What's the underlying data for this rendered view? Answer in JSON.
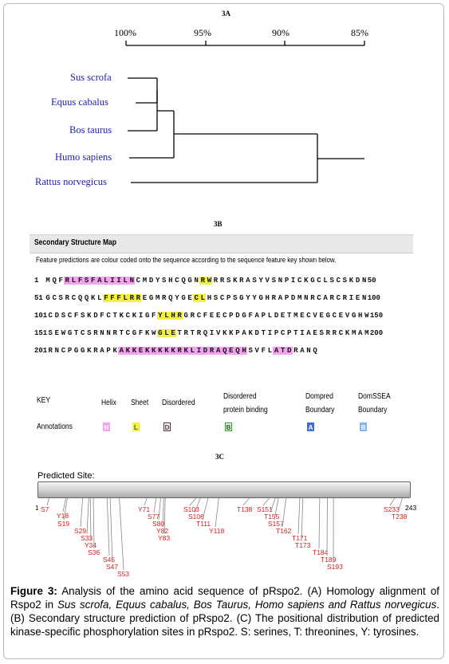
{
  "panelA": {
    "label": "3A",
    "scale": [
      "100%",
      "95%",
      "90%",
      "85%"
    ],
    "species": [
      "Sus scrofa",
      "Equus cabalus",
      "Bos taurus",
      "Humo sapiens",
      "Rattus norvegicus"
    ]
  },
  "panelB": {
    "label": "3B",
    "header": "Secondary Structure Map",
    "description": "Feature predictions are colour coded onto the sequence according to the sequence feature key shown below.",
    "rows": [
      {
        "start": "1",
        "end": "50",
        "seq": "MQFRLFSFALIILNCMDYSHCQGNRWRRSKRASYVSNPICKGCLSCSKDN",
        "marks": [
          {
            "from": 3,
            "to": 13,
            "type": "helix"
          },
          {
            "from": 24,
            "to": 25,
            "type": "sheet"
          }
        ]
      },
      {
        "start": "51",
        "end": "100",
        "seq": "GCSRCQQKLFFFLRREGMRQYGECLHSCPSGYYGHRAPDMNRCARCRIEN",
        "marks": [
          {
            "from": 9,
            "to": 14,
            "type": "sheet"
          },
          {
            "from": 23,
            "to": 24,
            "type": "sheet"
          }
        ]
      },
      {
        "start": "101",
        "end": "150",
        "seq": "CDSCFSKDFCTKCKIGFYLHRGRCFEECPDGFAPLDETMECVEGCEVGHW",
        "marks": [
          {
            "from": 17,
            "to": 20,
            "type": "sheet"
          }
        ]
      },
      {
        "start": "151",
        "end": "200",
        "seq": "SEWGTCSRNNRTCGFKWGLETRTRQIVKKPAKDTIPCPTIAESRRCKMAM",
        "marks": [
          {
            "from": 17,
            "to": 19,
            "type": "sheet"
          }
        ]
      },
      {
        "start": "201",
        "end": "",
        "seq": "RNCPGGKRAPKAKKEKKKKKRKLIDRAQEQHSVFLATDRANQ",
        "marks": [
          {
            "from": 11,
            "to": 30,
            "type": "helix"
          },
          {
            "from": 35,
            "to": 37,
            "type": "helix"
          }
        ]
      }
    ],
    "key": {
      "title": "KEY",
      "row_label": "Annotations",
      "columns": [
        {
          "name": "Helix",
          "symbol": "H",
          "color": "#f3a4ef",
          "border": "#f3a4ef"
        },
        {
          "name": "Sheet",
          "symbol": "L",
          "color": "#f1ef47",
          "border": "#f1ef47"
        },
        {
          "name": "Disordered",
          "symbol": "D",
          "color": "#ffffff",
          "border": "#8b1a1a"
        },
        {
          "name": "Disordered\nprotein binding",
          "symbol": "B",
          "color": "#ffffff",
          "border": "#2aa02a"
        },
        {
          "name": "Dompred\nBoundary",
          "symbol": "A",
          "color": "#3b6fd6",
          "border": "#3b6fd6"
        },
        {
          "name": "DomSSEA\nBoundary",
          "symbol": "B",
          "color": "#7fb6ee",
          "border": "#7fb6ee"
        }
      ]
    }
  },
  "panelC": {
    "label": "3C",
    "title": "Predicted Site:",
    "start": "1",
    "end": "243",
    "sites": [
      "S7",
      "Y18",
      "S19",
      "S29",
      "S33",
      "Y34",
      "S36",
      "S45",
      "S47",
      "S53",
      "Y71",
      "S77",
      "S80",
      "Y82",
      "Y83",
      "S103",
      "S106",
      "T111",
      "Y118",
      "T138",
      "S151",
      "T155",
      "S157",
      "T162",
      "T171",
      "T173",
      "T184",
      "T189",
      "S193",
      "S233",
      "T238"
    ],
    "site_color": "#d42020"
  },
  "caption": {
    "lead": "Figure 3:",
    "text_parts": [
      {
        "t": " Analysis of the amino acid sequence of pRspo2. (A) Homology alignment of Rspo2 in ",
        "i": false
      },
      {
        "t": "Sus scrofa, Equus cabalus, Bos Taurus, Homo sapiens and Rattus norvegicus",
        "i": true
      },
      {
        "t": ". (B) Secondary structure prediction of pRspo2. (C) The positional distribution of predicted kinase-specific phosphorylation sites in pRspo2. S: serines, T: threonines, Y: tyrosines.",
        "i": false
      }
    ]
  }
}
